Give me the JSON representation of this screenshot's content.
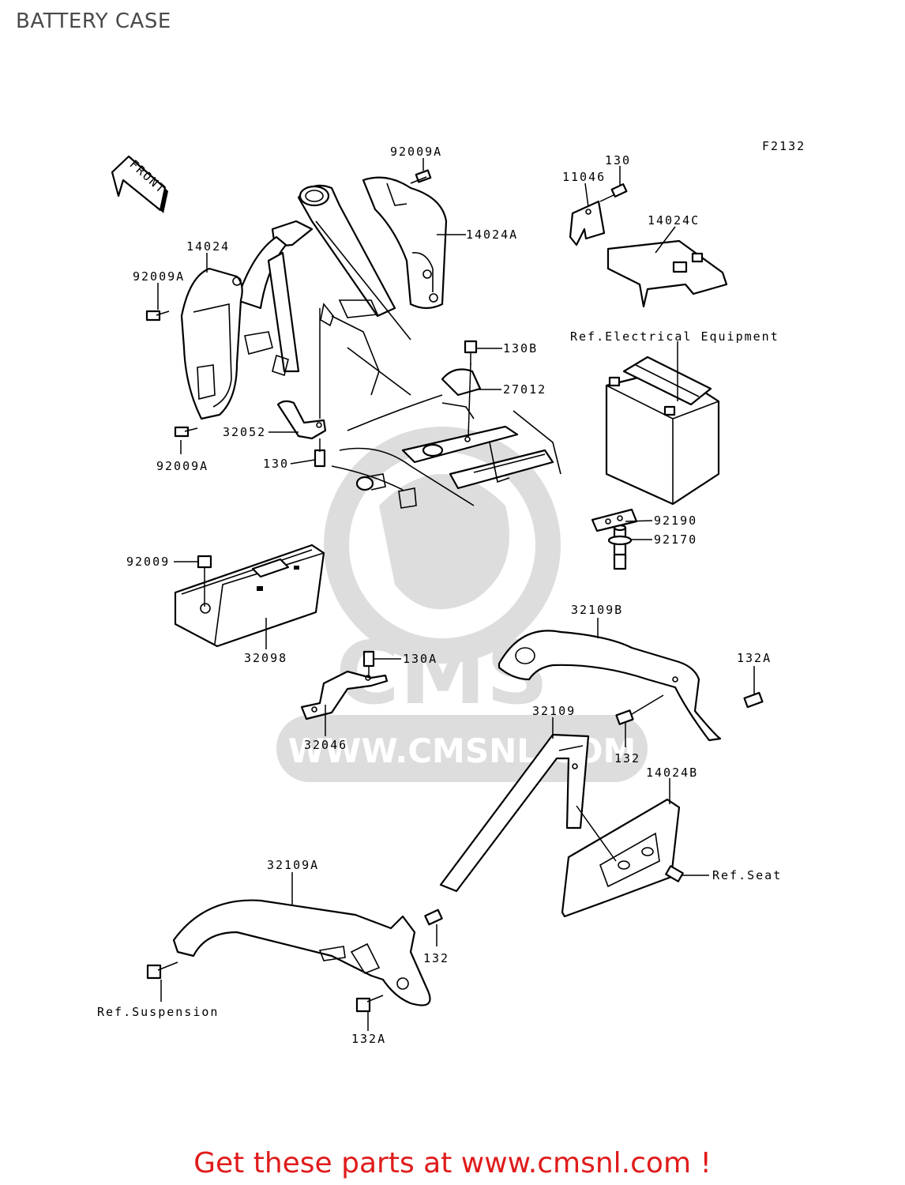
{
  "page": {
    "title": "BATTERY CASE",
    "footer": "Get these parts at www.cmsnl.com !"
  },
  "figure": {
    "code": "F2132",
    "front_label": "FRONT",
    "watermark_brand": "CMS",
    "watermark_url": "WWW.CMSNL.COM"
  },
  "labels": {
    "p92009A_top": "92009A",
    "p14024A": "14024A",
    "p14024": "14024",
    "p92009A_left": "92009A",
    "p92009A_bottom": "92009A",
    "p11046": "11046",
    "p130_top": "130",
    "p14024C": "14024C",
    "ref_electrical": "Ref.Electrical Equipment",
    "p130B": "130B",
    "p27012": "27012",
    "p32052": "32052",
    "p130_mid": "130",
    "p92190": "92190",
    "p92170": "92170",
    "p92009": "92009",
    "p32098": "32098",
    "p130A": "130A",
    "p32046": "32046",
    "p32109B": "32109B",
    "p132A_right": "132A",
    "p132_mid": "132",
    "p32109": "32109",
    "p14024B": "14024B",
    "ref_seat": "Ref.Seat",
    "p32109A": "32109A",
    "p132_bottom": "132",
    "ref_suspension": "Ref.Suspension",
    "p132A_bottom": "132A"
  }
}
